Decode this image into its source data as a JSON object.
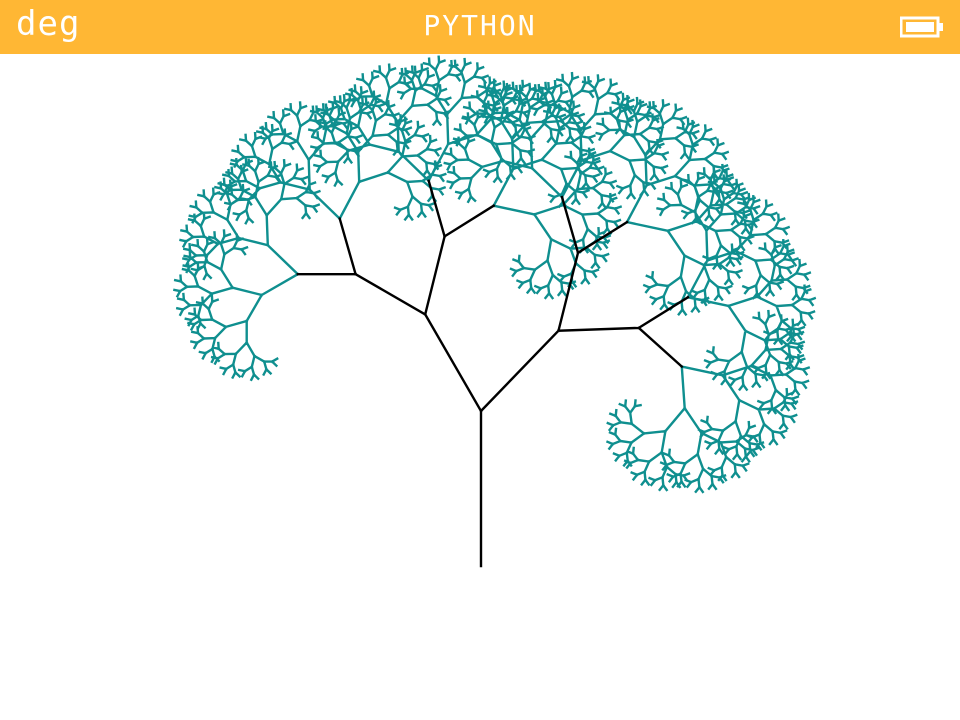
{
  "status_bar": {
    "angle_mode": "deg",
    "title": "PYTHON",
    "battery_icon": "battery-full-icon",
    "background_color": "#ffb734",
    "text_color": "#ffffff"
  },
  "drawing": {
    "type": "fractal tree",
    "trunk_color": "#000000",
    "leaf_color": "#0f8f8f"
  }
}
